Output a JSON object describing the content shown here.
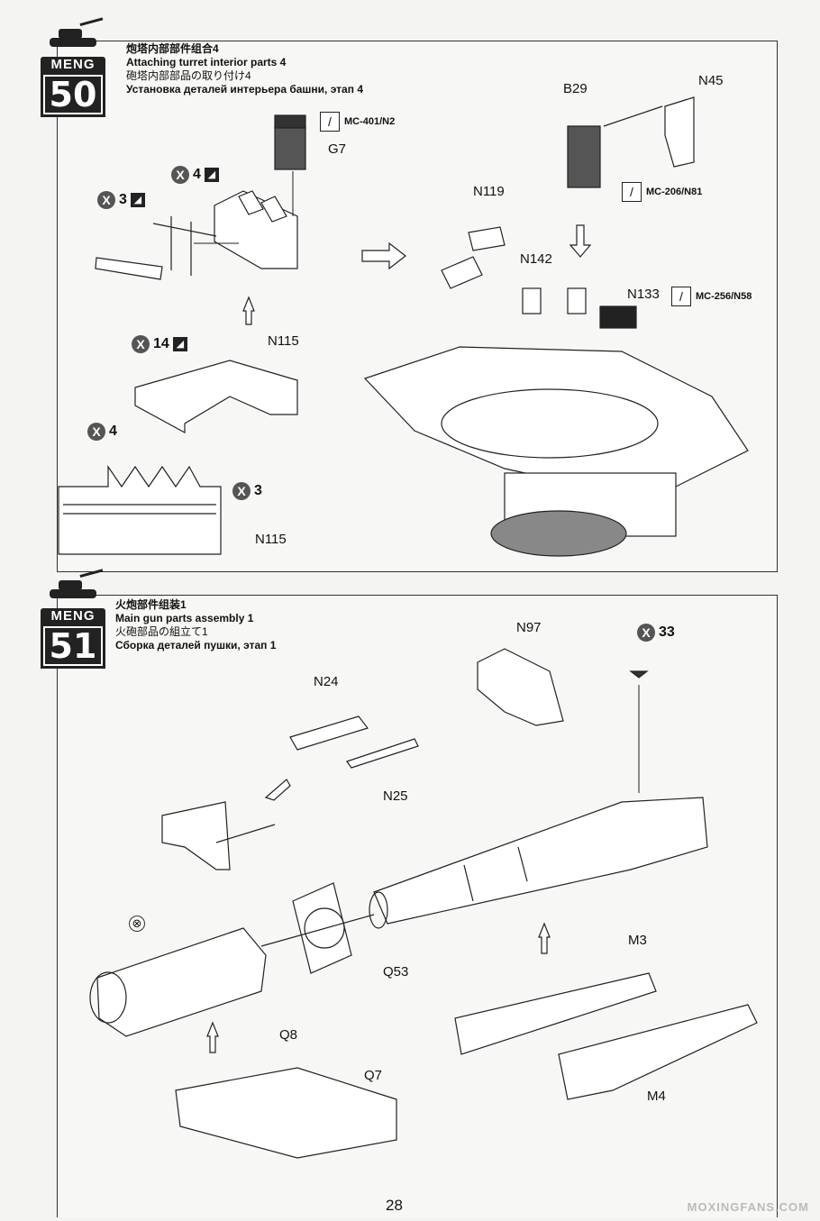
{
  "steps": [
    {
      "brand": "MENG",
      "number": "50",
      "title_cn": "炮塔内部部件组合4",
      "title_en": "Attaching turret interior parts 4",
      "title_jp": "砲塔内部部品の取り付け4",
      "title_ru": "Установка деталей интерьера башни, этап 4",
      "parts": {
        "g7": "G7",
        "b29": "B29",
        "n45": "N45",
        "n119": "N119",
        "n142": "N142",
        "n133": "N133",
        "n115a": "N115",
        "n115b": "N115"
      },
      "paints": [
        "MC-401/N2",
        "MC-206/N81",
        "MC-256/N58"
      ],
      "counts": [
        "4",
        "3",
        "14",
        "4",
        "3"
      ]
    },
    {
      "brand": "MENG",
      "number": "51",
      "title_cn": "火炮部件组装1",
      "title_en": "Main gun parts assembly 1",
      "title_jp": "火砲部品の組立て1",
      "title_ru": "Сборка деталей пушки, этап 1",
      "parts": {
        "n97": "N97",
        "n24": "N24",
        "n25": "N25",
        "q53": "Q53",
        "m3": "M3",
        "m4": "M4",
        "q8": "Q8",
        "q7": "Q7"
      },
      "counts": [
        "33"
      ]
    }
  ],
  "page_number": "28",
  "watermark": "MOXINGFANS.COM"
}
